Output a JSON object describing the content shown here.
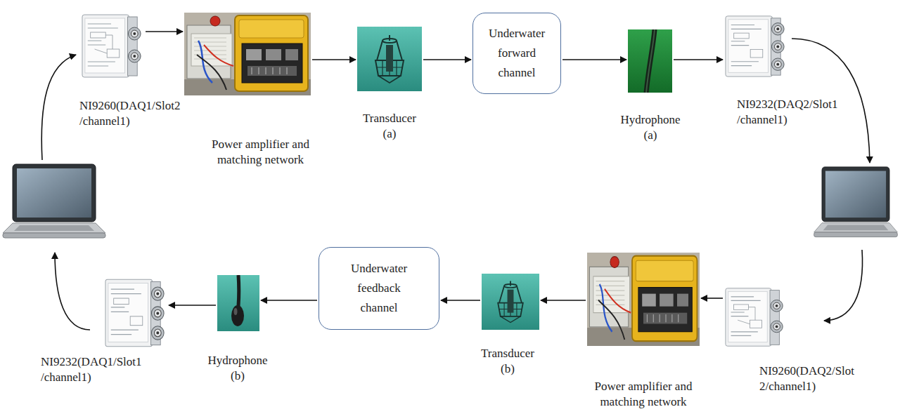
{
  "diagram": {
    "nodes": [
      {
        "text": [
          "NI9260(DAQ1/Slot2 /channel1)"
        ]
      },
      {
        "text": [
          "Power amplifier and matching network"
        ]
      },
      {
        "text": [
          "Transducer (a)"
        ]
      },
      {
        "text": [
          "Underwater forward channel"
        ]
      },
      {
        "text": [
          "Hydrophone (a)"
        ]
      },
      {
        "text": [
          "NI9232(DAQ2/Slot1 /channel1)"
        ]
      },
      {
        "text": [
          "NI9232(DAQ1/Slot1 /channel1)"
        ]
      },
      {
        "text": [
          "Hydrophone (b)"
        ]
      },
      {
        "text": [
          "Underwater feedback channel"
        ]
      },
      {
        "text": [
          "Transducer (b)"
        ]
      },
      {
        "text": [
          "Power amplifier and matching network"
        ]
      },
      {
        "text": [
          "NI9260(DAQ2/Slot 2/channel1)"
        ]
      }
    ],
    "edges": [
      {
        "from": 0,
        "to": 1,
        "arrow": "to"
      },
      {
        "from": 1,
        "to": 2,
        "arrow": "to"
      },
      {
        "from": 2,
        "to": 3,
        "arrow": "to"
      },
      {
        "from": 3,
        "to": 4,
        "arrow": "to"
      },
      {
        "from": 4,
        "to": 5,
        "arrow": "to"
      },
      {
        "from": 11,
        "to": 10,
        "arrow": "to"
      },
      {
        "from": 10,
        "to": 9,
        "arrow": "to"
      },
      {
        "from": 9,
        "to": 8,
        "arrow": "to"
      },
      {
        "from": 8,
        "to": 7,
        "arrow": "to"
      },
      {
        "from": 7,
        "to": 6,
        "arrow": "to"
      }
    ]
  }
}
